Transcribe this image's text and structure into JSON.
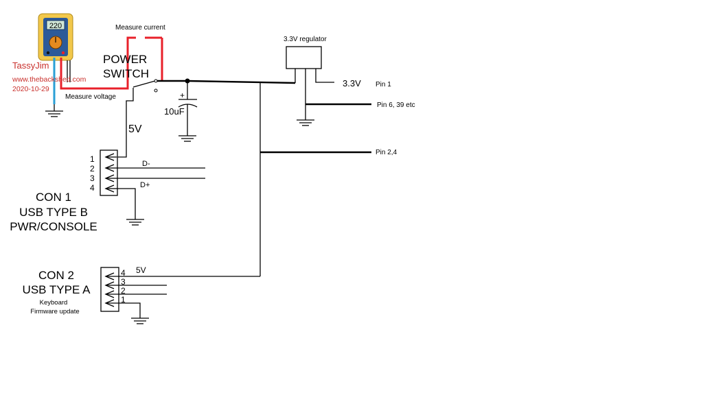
{
  "labels": {
    "measure_current": "Measure current",
    "measure_voltage": "Measure voltage",
    "power_switch_line1": "POWER",
    "power_switch_line2": "SWITCH",
    "author": "TassyJim",
    "website": "www.thebackshed.com",
    "date": "2020-10-29",
    "cap_value": "10uF",
    "cap_polarity": "+",
    "v5_switch": "5V",
    "v5_con2": "5V",
    "regulator": "3.3V regulator",
    "v33_out": "3.3V",
    "pin1": "Pin 1",
    "pin6_39": "Pin 6, 39 etc",
    "pin2_4": "Pin 2,4",
    "dminus": "D-",
    "dplus": "D+",
    "meter_reading": "220"
  },
  "con1": {
    "title1": "CON 1",
    "title2": "USB TYPE B",
    "title3": "PWR/CONSOLE",
    "pins": [
      "1",
      "2",
      "3",
      "4"
    ]
  },
  "con2": {
    "title1": "CON 2",
    "title2": "USB TYPE A",
    "sub1": "Keyboard",
    "sub2": "Firmware update",
    "pins": [
      "4",
      "3",
      "2",
      "1"
    ]
  },
  "colors": {
    "meter_probe": "#e8202a",
    "ground_probe": "#2a9fd6",
    "meter_body": "#f2c84b",
    "meter_face": "#2c5a99"
  }
}
